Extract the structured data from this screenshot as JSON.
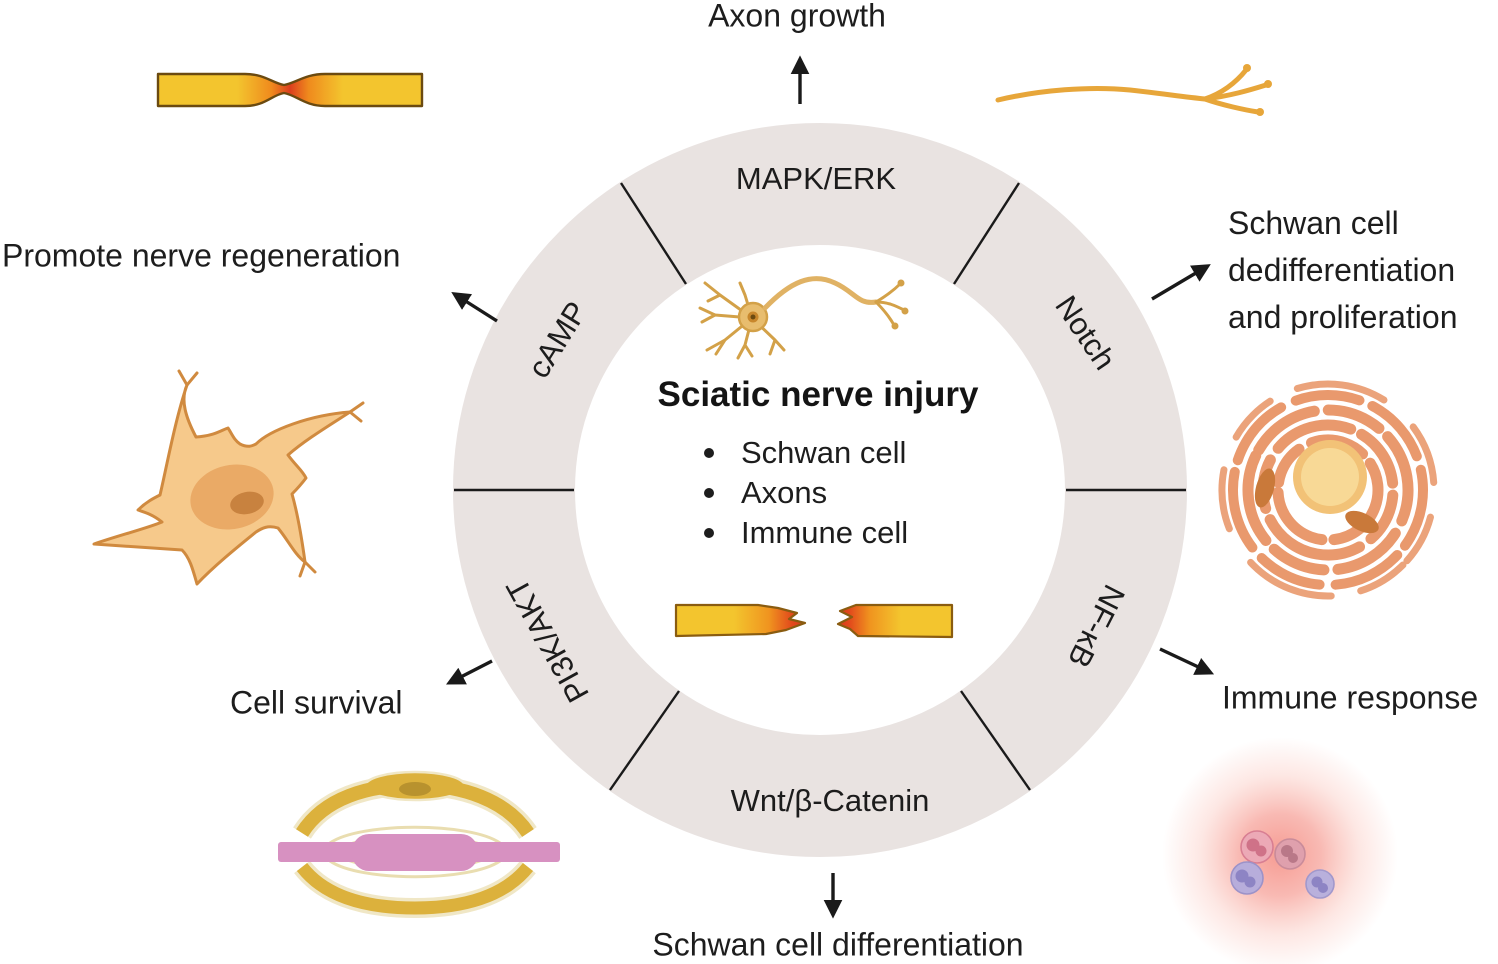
{
  "figure": {
    "background": "#ffffff",
    "text_color": "#1d1d1d"
  },
  "center": {
    "title": "Sciatic nerve injury",
    "bullets": [
      "Schwan cell",
      "Axons",
      "Immune cell"
    ]
  },
  "ring": {
    "color": "#e9e3e1",
    "divider_color": "#1a1a1a",
    "segments": [
      {
        "label": "MAPK/ERK"
      },
      {
        "label": "Notch"
      },
      {
        "label": "NF-κB"
      },
      {
        "label": "Wnt/β-Catenin"
      },
      {
        "label": "PI3K/AKT"
      },
      {
        "label": "cAMP"
      }
    ]
  },
  "outcomes": {
    "axon_growth": "Axon growth",
    "schwann_dedifferentiation": {
      "line1": "Schwan cell",
      "line2": "dedifferentiation",
      "line3": "and proliferation"
    },
    "immune_response": "Immune response",
    "schwann_differentiation": "Schwan cell differentiation",
    "cell_survival": "Cell survival",
    "promote_regeneration": "Promote nerve regeneration"
  },
  "illustrations": {
    "crushed_nerve": {
      "colors": [
        "#f3c52e",
        "#dc3f1e"
      ]
    },
    "axon_sprout": {
      "color": "#e7a63a"
    },
    "schwann_cell_cross_section": {
      "ring_color": "#e9996d",
      "core_color": "#f2c277"
    },
    "immune_cells": {
      "glow_color": "#f05a4b",
      "cell_colors": [
        "#eca9b6",
        "#b7addb"
      ]
    },
    "myelinating_schwann_cell": {
      "axon_color": "#d791c1",
      "cell_color": "#dcb13c"
    },
    "dedifferentiated_schwann_cell": {
      "color": "#f6c98b"
    },
    "neuron": {
      "color": "#e0b264"
    },
    "severed_nerve": {
      "colors": [
        "#f3c52e",
        "#e2491c"
      ]
    }
  }
}
